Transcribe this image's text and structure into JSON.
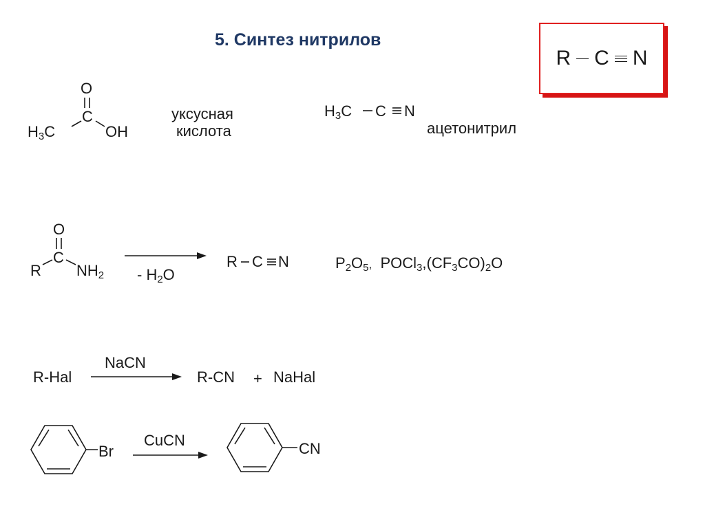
{
  "title": "5. Синтез нитрилов",
  "general_formula": {
    "r": "R",
    "c": "C",
    "n": "N"
  },
  "acetic_acid": {
    "o": "O",
    "c": "C",
    "ch3": "H",
    "ch3_sub": "3",
    "ch3_end": "C",
    "oh": "OH",
    "name_1": "уксусная",
    "name_2": "кислота"
  },
  "acetonitrile": {
    "h": "H",
    "h_sub": "3",
    "c1": "C",
    "c2": "C",
    "n": "N",
    "name": "ацетонитрил"
  },
  "amide_reaction": {
    "o": "O",
    "c": "C",
    "r": "R",
    "nh": "NH",
    "nh_sub": "2",
    "below_arrow": "- H",
    "below_sub": "2",
    "below_end": "O",
    "product_r": "R",
    "product_c": "C",
    "product_n": "N",
    "reagents": "P2O5, POCl3,(CF3CO)2O"
  },
  "halide_reaction": {
    "reactant": "R-Hal",
    "above_arrow": "NaCN",
    "product": "R-CN",
    "plus": "+",
    "byproduct": "NaHal"
  },
  "aryl_reaction": {
    "substituent_1": "Br",
    "above_arrow": "CuCN",
    "substituent_2": "CN"
  }
}
